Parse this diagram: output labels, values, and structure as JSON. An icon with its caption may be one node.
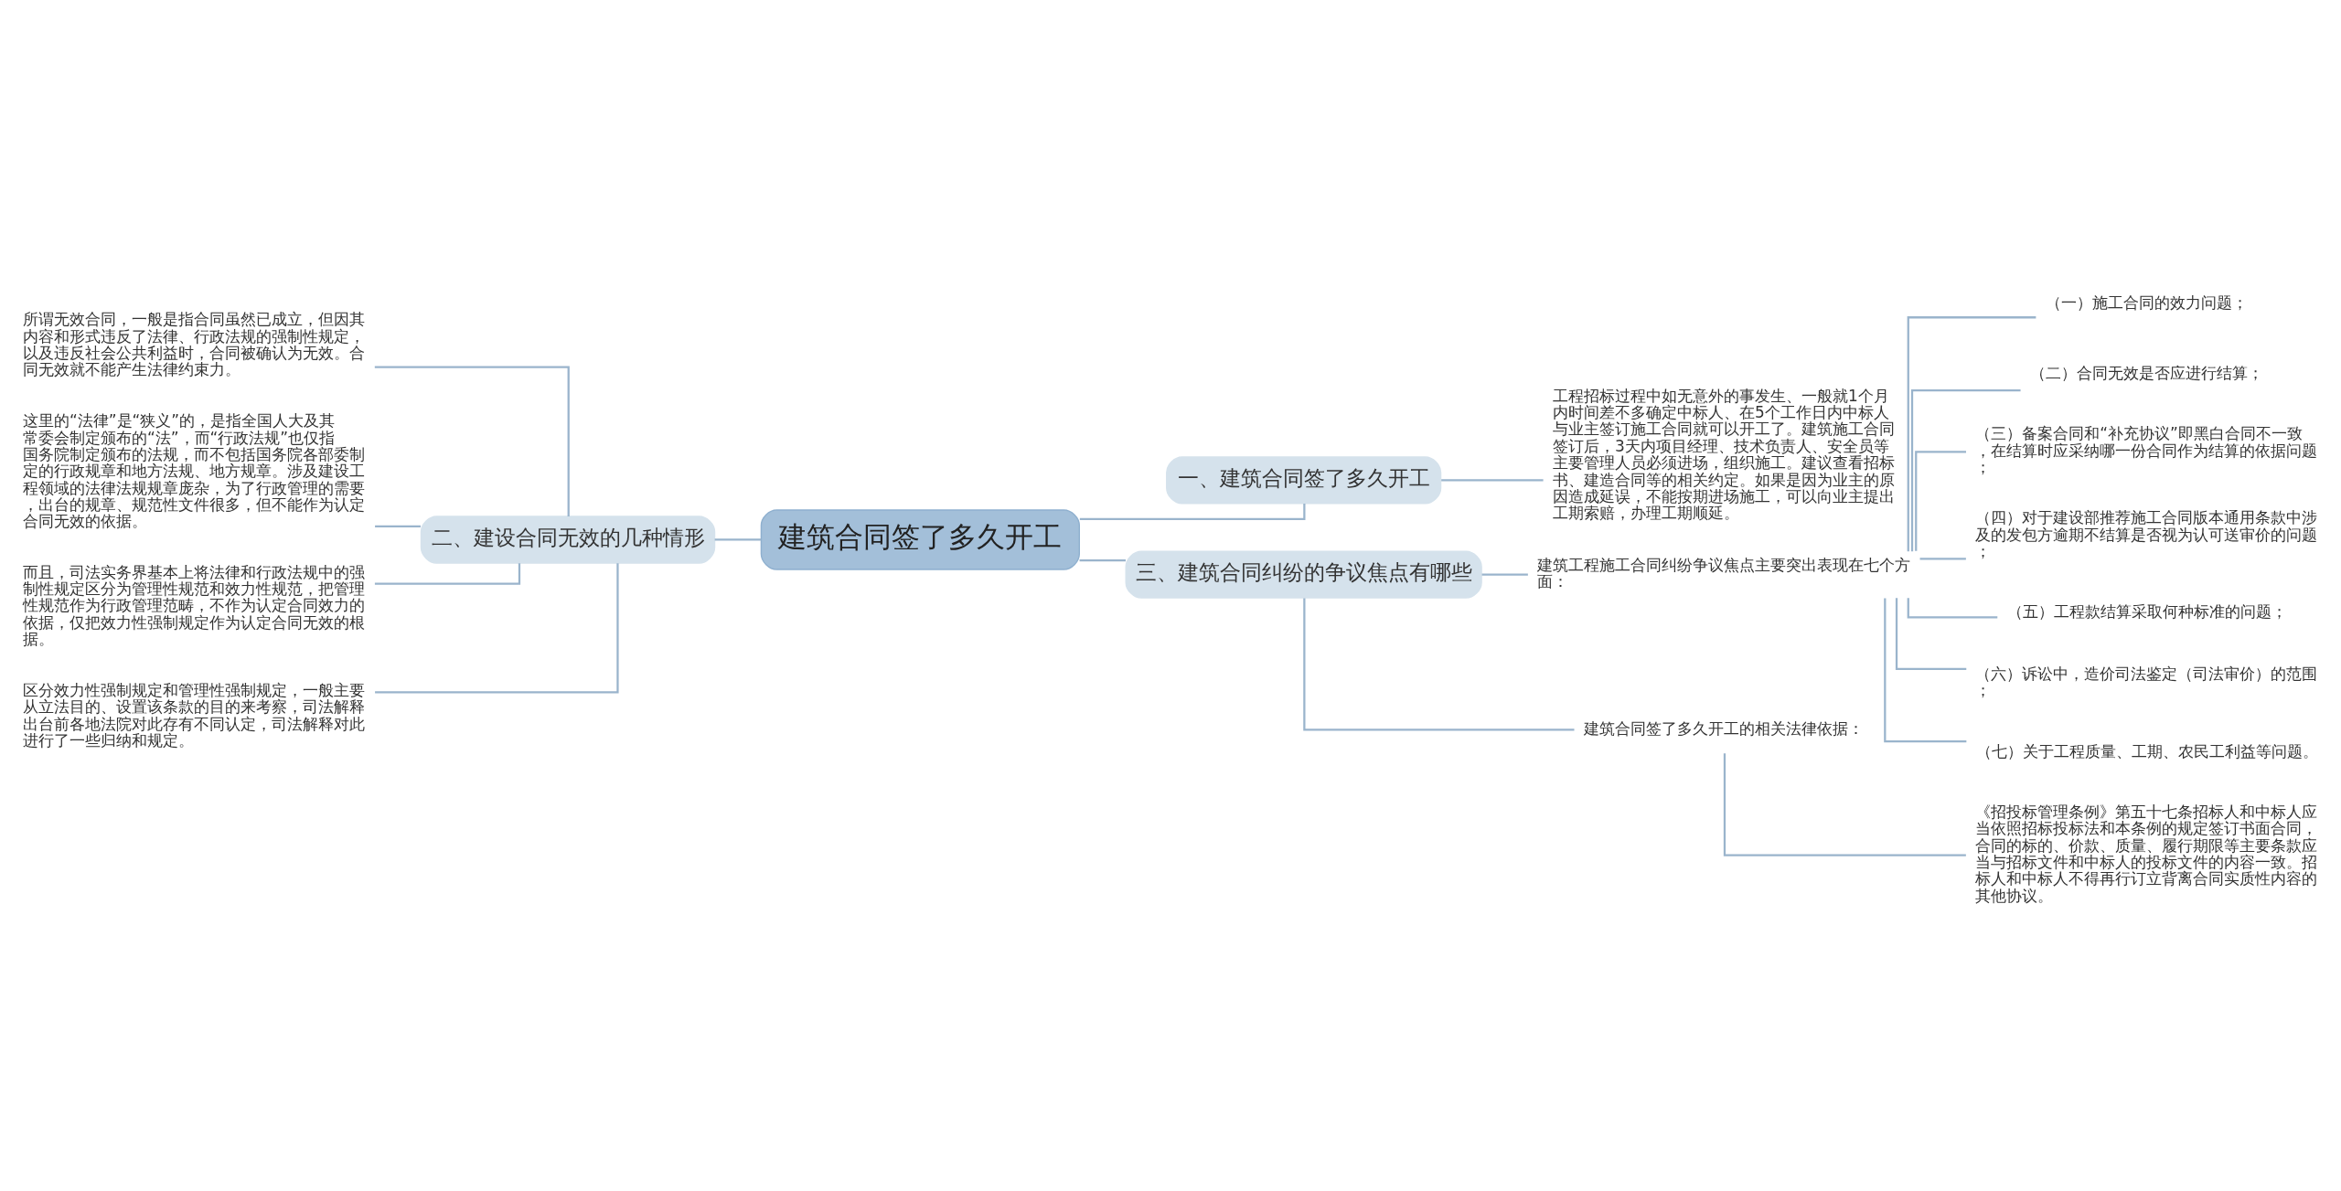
{
  "diagram": {
    "nodes": [
      {
        "text": [
          "建筑合同签了多久开工"
        ]
      },
      {
        "text": [
          "一、建筑合同签了多久开工"
        ]
      },
      {
        "text": [
          "工程招标过程中如无意外的事发生、一般就1个月内时间差不多确定中标人、在5个工作日内中标人与业主签订施工合同就可以开工了。建筑施工合同签订后，3天内项目经理、技术负责人、安全员等主要管理人员必须进场，组织施工。建议查看招标书、建造合同等的相关约定。如果是因为业主的原因造成延误，不能按期进场施工，可以向业主提出工期索赔，办理工期顺延。"
        ]
      },
      {
        "text": [
          "二、建设合同无效的几种情形"
        ]
      },
      {
        "text": [
          "所谓无效合同，一般是指合同虽然已成立，但因其内容和形式违反了法律、行政法规的强制性规定，以及违反社会公共利益时，合同被确认为无效。合同无效就不能产生法律约束力。"
        ]
      },
      {
        "text": [
          "这里的“法律”是“狭义”的，是指全国人大及其常委会制定颁布的“法”，而“行政法规”也仅指国务院制定颁布的法规，而不包括国务院各部委制定的行政规章和地方法规、地方规章。涉及建设工程领域的法律法规规章庞杂，为了行政管理的需要，出台的规章、规范性文件很多，但不能作为认定合同无效的依据。"
        ]
      },
      {
        "text": [
          "而且，司法实务界基本上将法律和行政法规中的强制性规定区分为管理性规范和效力性规范，把管理性规范作为行政管理范畴，不作为认定合同效力的依据，仅把效力性强制规定作为认定合同无效的根据。"
        ]
      },
      {
        "text": [
          "区分效力性强制规定和管理性强制规定，一般主要从立法目的、设置该条款的目的来考察，司法解释出台前各地法院对此存有不同认定，司法解释对此进行了一些归纳和规定。"
        ]
      },
      {
        "text": [
          "三、建筑合同纠纷的争议焦点有哪些"
        ]
      },
      {
        "text": [
          "建筑工程施工合同纠纷争议焦点主要突出表现在七个方面："
        ]
      },
      {
        "text": [
          "（一）施工合同的效力问题；"
        ]
      },
      {
        "text": [
          "（二）合同无效是否应进行结算；"
        ]
      },
      {
        "text": [
          "（三）备案合同和“补充协议”即黑白合同不一致，在结算时应采纳哪一份合同作为结算的依据问题；"
        ]
      },
      {
        "text": [
          "（四）对于建设部推荐施工合同版本通用条款中涉及的发包方逾期不结算是否视为认可送审价的问题；"
        ]
      },
      {
        "text": [
          "（五）工程款结算采取何种标准的问题；"
        ]
      },
      {
        "text": [
          "（六）诉讼中，造价司法鉴定（司法审价）的范围；"
        ]
      },
      {
        "text": [
          "（七）关于工程质量、工期、农民工利益等问题。"
        ]
      },
      {
        "text": [
          "建筑合同签了多久开工的相关法律依据："
        ]
      },
      {
        "text": [
          "《招投标管理条例》第五十七条招标人和中标人应当依照招标投标法和本条例的规定签订书面合同，合同的标的、价款、质量、履行期限等主要条款应当与招标文件和中标人的投标文件的内容一致。招标人和中标人不得再行订立背离合同实质性内容的其他协议。"
        ]
      }
    ],
    "edges": [
      {
        "from": 0,
        "to": 1,
        "arrow": "none"
      },
      {
        "from": 1,
        "to": 2,
        "arrow": "none"
      },
      {
        "from": 0,
        "to": 3,
        "arrow": "none"
      },
      {
        "from": 3,
        "to": 4,
        "arrow": "none"
      },
      {
        "from": 3,
        "to": 5,
        "arrow": "none"
      },
      {
        "from": 3,
        "to": 6,
        "arrow": "none"
      },
      {
        "from": 3,
        "to": 7,
        "arrow": "none"
      },
      {
        "from": 0,
        "to": 8,
        "arrow": "none"
      },
      {
        "from": 8,
        "to": 9,
        "arrow": "none"
      },
      {
        "from": 9,
        "to": 10,
        "arrow": "none"
      },
      {
        "from": 9,
        "to": 11,
        "arrow": "none"
      },
      {
        "from": 9,
        "to": 12,
        "arrow": "none"
      },
      {
        "from": 9,
        "to": 13,
        "arrow": "none"
      },
      {
        "from": 9,
        "to": 14,
        "arrow": "none"
      },
      {
        "from": 9,
        "to": 15,
        "arrow": "none"
      },
      {
        "from": 9,
        "to": 16,
        "arrow": "none"
      },
      {
        "from": 8,
        "to": 17,
        "arrow": "none"
      },
      {
        "from": 17,
        "to": 18,
        "arrow": "none"
      }
    ]
  }
}
